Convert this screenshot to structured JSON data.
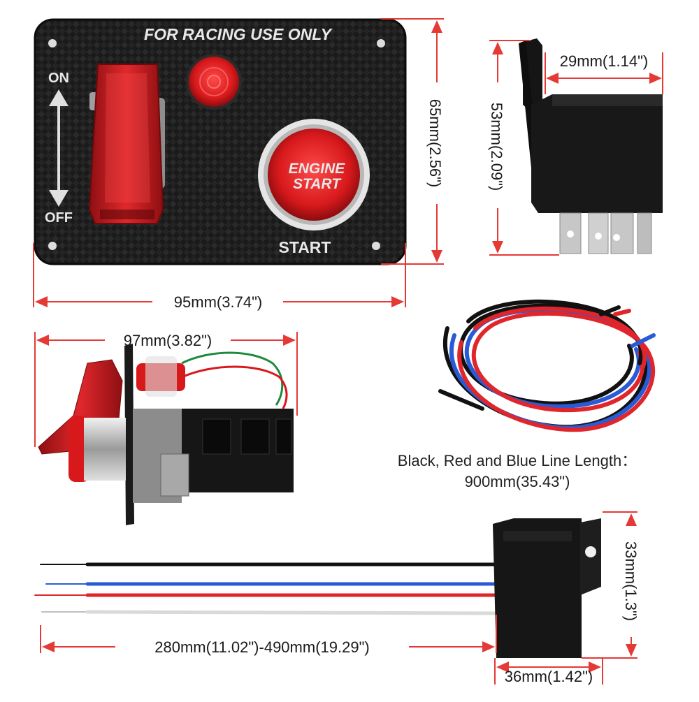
{
  "panel": {
    "top_label": "FOR RACING USE ONLY",
    "on_label": "ON",
    "off_label": "OFF",
    "engine_line1": "ENGINE",
    "engine_line2": "START",
    "start_label": "START"
  },
  "dimensions": {
    "panel_width": "95mm(3.74\")",
    "panel_height": "65mm(2.56\")",
    "relay_width": "29mm(1.14\")",
    "relay_height": "53mm(2.09\")",
    "side_depth": "97mm(3.82\")",
    "lead_length": "280mm(11.02\")-490mm(19.29\")",
    "socket_height": "33mm(1.3\")",
    "socket_width": "36mm(1.42\")"
  },
  "caption": {
    "line1": "Black, Red and Blue Line Length：",
    "line2": "900mm(35.43\")"
  },
  "colors": {
    "dimension_line": "#e53935",
    "panel": "#1c1c1c",
    "switch_red": "#d7191c",
    "wire_black": "#111111",
    "wire_red": "#e0262b",
    "wire_blue": "#2a5bd7",
    "wire_white": "#d9d9d9"
  }
}
